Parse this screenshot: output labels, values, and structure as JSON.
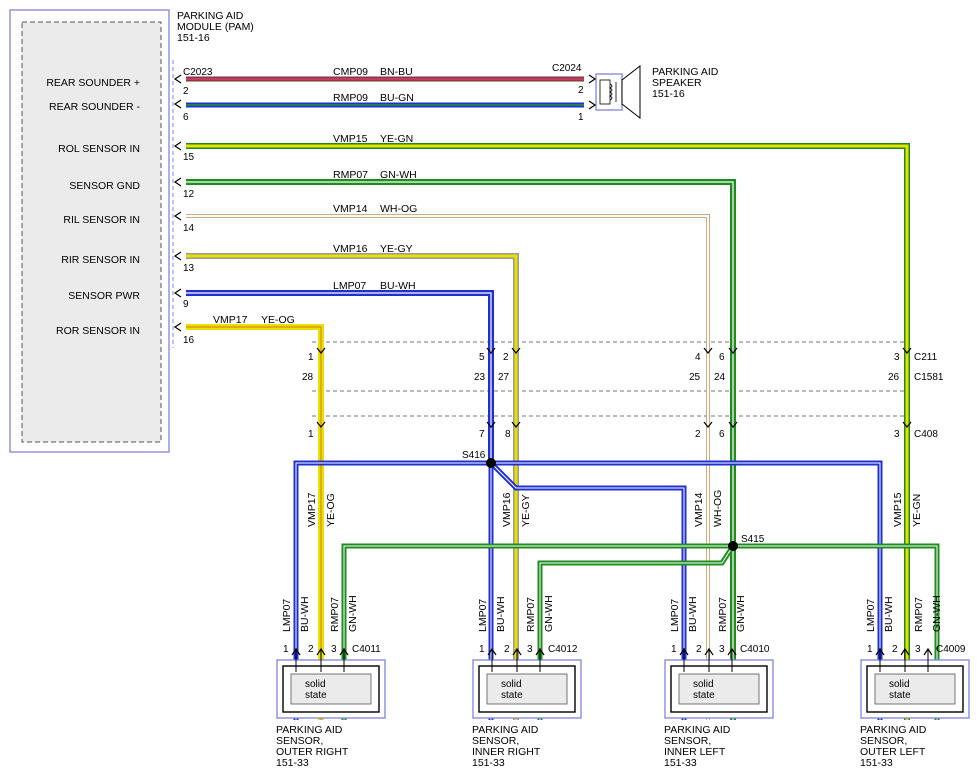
{
  "module": {
    "title_lines": [
      "PARKING AID",
      "MODULE (PAM)",
      "151-16"
    ],
    "inputs": [
      {
        "label": "REAR SOUNDER +",
        "pin": "2"
      },
      {
        "label": "REAR SOUNDER -",
        "pin": "6"
      },
      {
        "label": "ROL SENSOR IN",
        "pin": "15"
      },
      {
        "label": "SENSOR GND",
        "pin": "12"
      },
      {
        "label": "RIL SENSOR IN",
        "pin": "14"
      },
      {
        "label": "RIR SENSOR IN",
        "pin": "13"
      },
      {
        "label": "SENSOR PWR",
        "pin": "9"
      },
      {
        "label": "ROR SENSOR IN",
        "pin": "16"
      }
    ],
    "connector": "C2023"
  },
  "speaker": {
    "title_lines": [
      "PARKING AID",
      "SPEAKER",
      "151-16"
    ],
    "connector": "C2024",
    "pins": [
      "2",
      "1"
    ]
  },
  "wires": [
    {
      "circuit": "CMP09",
      "color_code": "BN-BU",
      "colors": [
        "#8b3a3a",
        "#2233cc"
      ]
    },
    {
      "circuit": "RMP09",
      "color_code": "BU-GN",
      "colors": [
        "#1f2fd0",
        "#1f9a2a"
      ]
    },
    {
      "circuit": "VMP15",
      "color_code": "YE-GN",
      "colors": [
        "#e8e000",
        "#1e8c1e"
      ]
    },
    {
      "circuit": "RMP07",
      "color_code": "GN-WH",
      "colors": [
        "#1e8c1e",
        "#ffffff"
      ]
    },
    {
      "circuit": "VMP14",
      "color_code": "WH-OG",
      "colors": [
        "#ffffff",
        "#e08a1e"
      ]
    },
    {
      "circuit": "VMP16",
      "color_code": "YE-GY",
      "colors": [
        "#e8e000",
        "#9a9a9a"
      ]
    },
    {
      "circuit": "LMP07",
      "color_code": "BU-WH",
      "colors": [
        "#1f2fd0",
        "#ffffff"
      ]
    },
    {
      "circuit": "VMP17",
      "color_code": "YE-OG",
      "colors": [
        "#e8e000",
        "#e08a1e"
      ]
    }
  ],
  "inline_connectors": [
    {
      "name": "C211",
      "pins": [
        "1",
        "5",
        "2",
        "4",
        "6",
        "3"
      ]
    },
    {
      "name": "C1581",
      "pins": [
        "28",
        "23",
        "27",
        "25",
        "24",
        "26"
      ]
    },
    {
      "name": "C408",
      "pins": [
        "1",
        "7",
        "8",
        "2",
        "6",
        "3"
      ]
    }
  ],
  "splices": [
    "S416",
    "S415"
  ],
  "sensors": [
    {
      "connector": "C4011",
      "title_lines": [
        "PARKING AID",
        "SENSOR,",
        "OUTER RIGHT",
        "151-33"
      ],
      "signal_circuit": "VMP17",
      "signal_color": "YE-OG"
    },
    {
      "connector": "C4012",
      "title_lines": [
        "PARKING AID",
        "SENSOR,",
        "INNER RIGHT",
        "151-33"
      ],
      "signal_circuit": "VMP16",
      "signal_color": "YE-GY"
    },
    {
      "connector": "C4010",
      "title_lines": [
        "PARKING AID",
        "SENSOR,",
        "INNER LEFT",
        "151-33"
      ],
      "signal_circuit": "VMP14",
      "signal_color": "WH-OG"
    },
    {
      "connector": "C4009",
      "title_lines": [
        "PARKING AID",
        "SENSOR,",
        "OUTER LEFT",
        "151-33"
      ],
      "signal_circuit": "VMP15",
      "signal_color": "YE-GN"
    }
  ],
  "sensor_pin_labels": [
    {
      "circuit": "LMP07",
      "color": "BU-WH",
      "pin": "1"
    },
    {
      "circuit": "",
      "color": "",
      "pin": "2"
    },
    {
      "circuit": "RMP07",
      "color": "GN-WH",
      "pin": "3"
    }
  ],
  "solid_state_lines": [
    "solid",
    "state"
  ]
}
